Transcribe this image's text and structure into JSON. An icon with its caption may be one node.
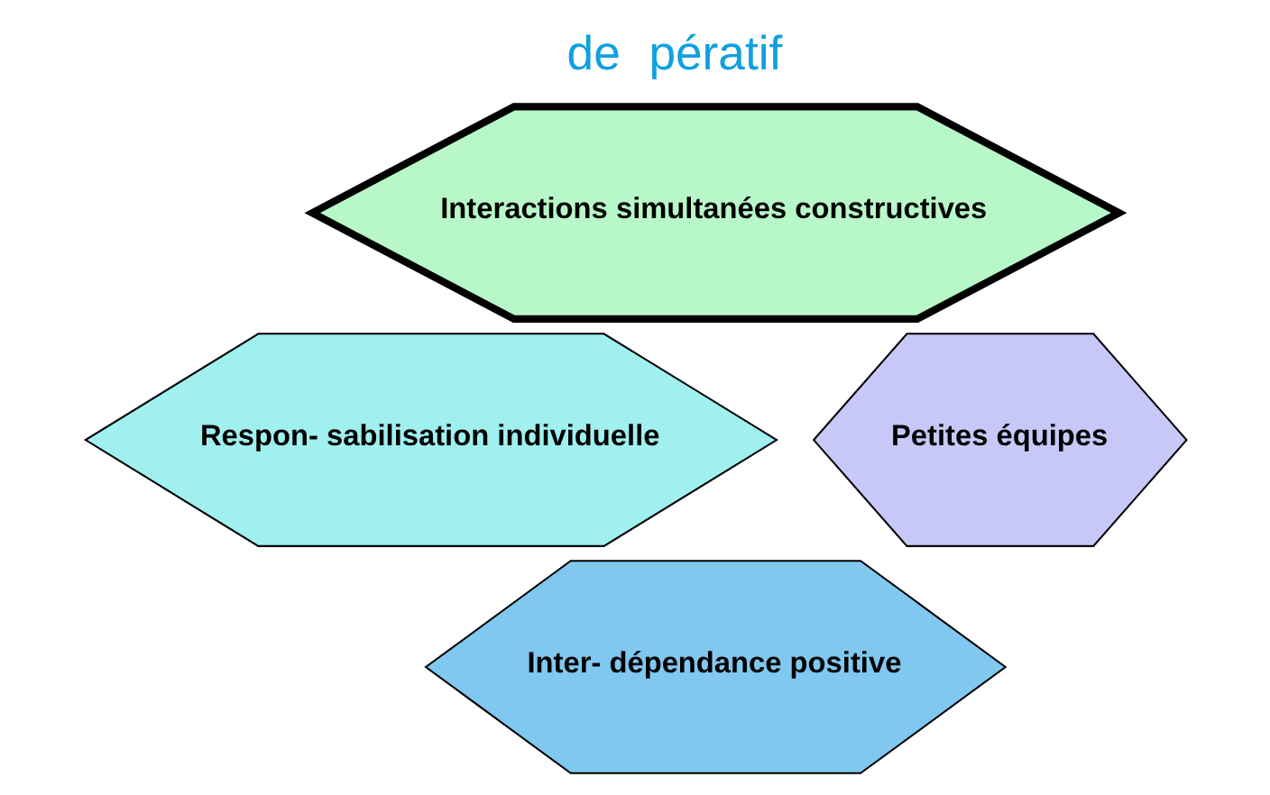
{
  "diagram": {
    "nodes": [
      {
        "text": [
          "Interactions simultanées constructives"
        ]
      },
      {
        "text": [
          "Respon- sabilisation individuelle"
        ]
      },
      {
        "text": [
          "Petites équipes"
        ]
      },
      {
        "text": [
          "Inter- dépendance positive"
        ]
      }
    ],
    "labels": [
      "de",
      "pératif"
    ]
  }
}
